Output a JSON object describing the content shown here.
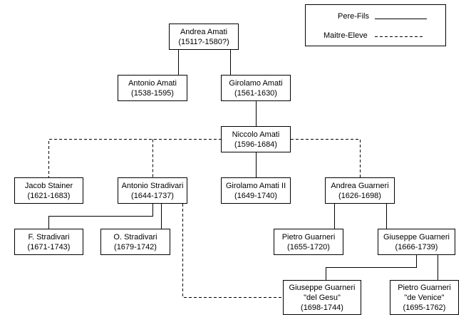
{
  "legend": {
    "solid_label": "Pere-Fils",
    "dashed_label": "Maitre-Eleve"
  },
  "people": {
    "andrea_amati": {
      "name": "Andrea Amati",
      "dates": "(1511?-1580?)"
    },
    "antonio_amati": {
      "name": "Antonio Amati",
      "dates": "(1538-1595)"
    },
    "girolamo_amati": {
      "name": "Girolamo Amati",
      "dates": "(1561-1630)"
    },
    "niccolo_amati": {
      "name": "Niccolo Amati",
      "dates": "(1596-1684)"
    },
    "jacob_stainer": {
      "name": "Jacob Stainer",
      "dates": "(1621-1683)"
    },
    "antonio_stradivari": {
      "name": "Antonio Stradivari",
      "dates": "(1644-1737)"
    },
    "girolamo_amati_ii": {
      "name": "Girolamo Amati II",
      "dates": "(1649-1740)"
    },
    "andrea_guarneri": {
      "name": "Andrea Guarneri",
      "dates": "(1626-1698)"
    },
    "f_stradivari": {
      "name": "F. Stradivari",
      "dates": "(1671-1743)"
    },
    "o_stradivari": {
      "name": "O. Stradivari",
      "dates": "(1679-1742)"
    },
    "pietro_guarneri": {
      "name": "Pietro Guarneri",
      "dates": "(1655-1720)"
    },
    "giuseppe_guarneri": {
      "name": "Giuseppe Guarneri",
      "dates": "(1666-1739)"
    },
    "del_gesu": {
      "name": "Giuseppe Guarneri",
      "nickname": "\"del Gesu\"",
      "dates": "(1698-1744)"
    },
    "de_venice": {
      "name": "Pietro Guarneri",
      "nickname": "\"de Venice\"",
      "dates": "(1695-1762)"
    }
  }
}
